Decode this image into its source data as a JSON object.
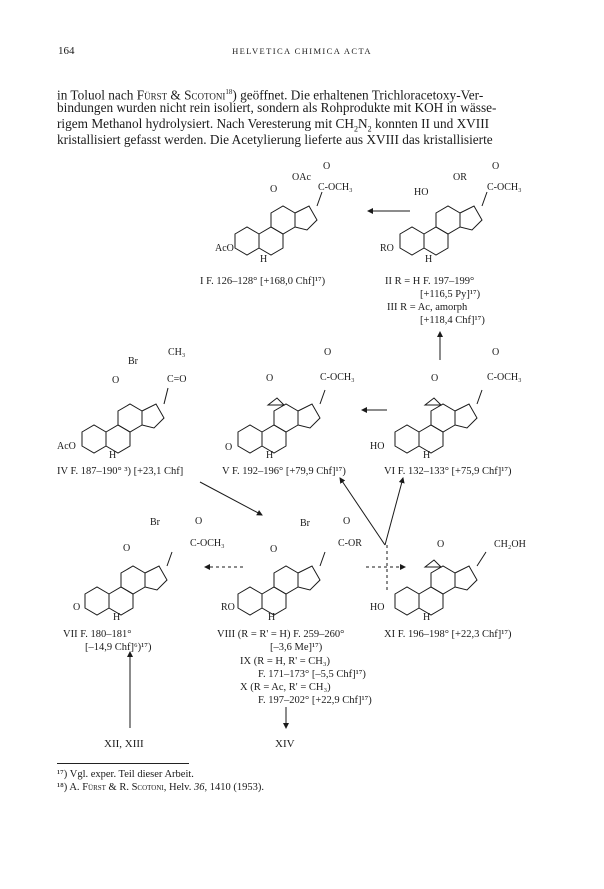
{
  "header": {
    "page_number": "164",
    "running_title": "HELVETICA CHIMICA ACTA"
  },
  "body": {
    "line1_a": "in Toluol nach ",
    "line1_author": "Fürst & Scotoni",
    "line1_ref": "18",
    "line1_b": ") geöffnet. Die erhaltenen Trichloracetoxy-Ver-",
    "line2": "bindungen wurden nicht rein isoliert, sondern als Rohprodukte mit KOH in wässe-",
    "line3_a": "rigem Methanol hydrolysiert. Nach Veresterung mit CH",
    "line3_sub1": "2",
    "line3_mid": "N",
    "line3_sub2": "2",
    "line3_b": " konnten II und XVIII",
    "line4": "kristallisiert gefasst werden. Die Acetylierung lieferte aus XVIII das kristallisierte"
  },
  "scheme": {
    "labels": {
      "s1_o_carbonyl": "O",
      "s1_oac": "OAc",
      "s1_ester": "C-OCH₃",
      "s1_ketone_o": "O",
      "s1_aco": "AcO",
      "s1_h": "H",
      "s2_o_carbonyl": "O",
      "s2_or": "OR",
      "s2_ester": "C-OCH₃",
      "s2_ho": "HO",
      "s2_ro": "RO",
      "s2_h": "H",
      "s4_ch3": "CH₃",
      "s4_br": "Br",
      "s4_co": "C=O",
      "s4_ketone_o": "O",
      "s4_aco": "AcO",
      "s4_h": "H",
      "s5_o_carbonyl": "O",
      "s5_ester": "C-OCH₃",
      "s5_epox_o": "O",
      "s5_o3": "O",
      "s5_h": "H",
      "s6_o_carbonyl": "O",
      "s6_ester": "C-OCH₃",
      "s6_epox_o": "O",
      "s6_ho": "HO",
      "s6_h": "H",
      "s7_br": "Br",
      "s7_o_carbonyl": "O",
      "s7_ester": "C-OCH₃",
      "s7_ketone_o": "O",
      "s7_o3": "O",
      "s7_h": "H",
      "s8_br": "Br",
      "s8_o_carbonyl": "O",
      "s8_ester": "C-OR",
      "s8_ketone_o": "O",
      "s8_ro": "RO",
      "s8_h": "H",
      "s11_epox_o": "O",
      "s11_ch2oh": "CH₂OH",
      "s11_ho": "HO",
      "s11_h": "H",
      "bottom_left": "XII, XIII",
      "bottom_right": "XIV"
    },
    "captions": {
      "c1": "I  F. 126–128° [+168,0 Chf]¹⁷)",
      "c2a": "II  R = H  F. 197–199°",
      "c2b": "[+116,5 Py]¹⁷)",
      "c3a": "III  R = Ac, amorph",
      "c3b": "[+118,4 Chf]¹⁷)",
      "c4": "IV  F. 187–190° ³) [+23,1 Chf]",
      "c5": "V  F. 192–196° [+79,9 Chf]¹⁷)",
      "c6": "VI  F. 132–133° [+75,9 Chf]¹⁷)",
      "c7a": "VII  F. 180–181°",
      "c7b": "[–14,9 Chf]⁶)¹⁷)",
      "c8a": "VIII  (R = R' = H) F. 259–260°",
      "c8b": "[–3,6 Me]¹⁷)",
      "c9a": "IX  (R = H, R' = CH₃)",
      "c9b": "F. 171–173° [–5,5 Chf]¹⁷)",
      "c10a": "X  (R = Ac, R' = CH₃)",
      "c10b": "F. 197–202° [+22,9 Chf]¹⁷)",
      "c11": "XI  F. 196–198° [+22,3 Chf]¹⁷)"
    }
  },
  "footnotes": {
    "fn17": "¹⁷) Vgl. exper. Teil dieser Arbeit.",
    "fn18_a": "¹⁸) A. ",
    "fn18_author": "Fürst & R. Scotoni",
    "fn18_b": ", Helv. ",
    "fn18_vol": "36",
    "fn18_c": ", 1410 (1953)."
  }
}
